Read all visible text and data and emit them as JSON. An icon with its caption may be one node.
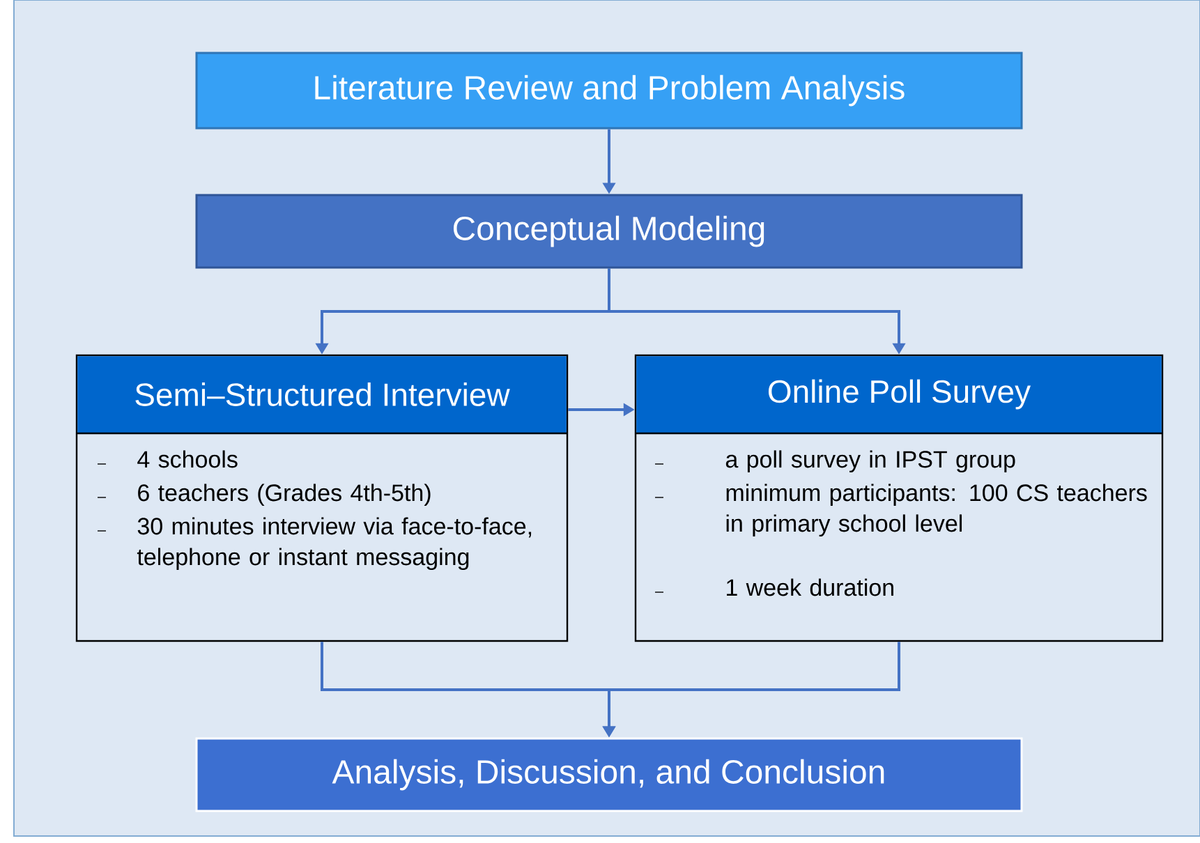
{
  "diagram": {
    "nodes": [
      {
        "text": [
          "Literature Review and Problem Analysis"
        ]
      },
      {
        "text": [
          "Conceptual Modeling"
        ]
      },
      {
        "text": [
          "Semi–Structured Interview",
          "4 schools",
          "6 teachers (Grades 4th-5th)",
          "30 minutes interview via face-to-face, telephone or instant messaging"
        ]
      },
      {
        "text": [
          "Online Poll Survey",
          "a poll survey in IPST group",
          "minimum participants: 100 CS teachers in primary school level",
          "1 week duration"
        ]
      },
      {
        "text": [
          "Analysis, Discussion, and Conclusion"
        ]
      }
    ],
    "edges": [
      {
        "from": 0,
        "to": 1,
        "arrow": "to"
      },
      {
        "from": 1,
        "to": 2,
        "arrow": "to"
      },
      {
        "from": 1,
        "to": 3,
        "arrow": "to"
      },
      {
        "from": 2,
        "to": 3,
        "arrow": "to"
      },
      {
        "from": 2,
        "to": 4,
        "arrow": "to"
      },
      {
        "from": 3,
        "to": 4,
        "arrow": "to"
      }
    ]
  }
}
